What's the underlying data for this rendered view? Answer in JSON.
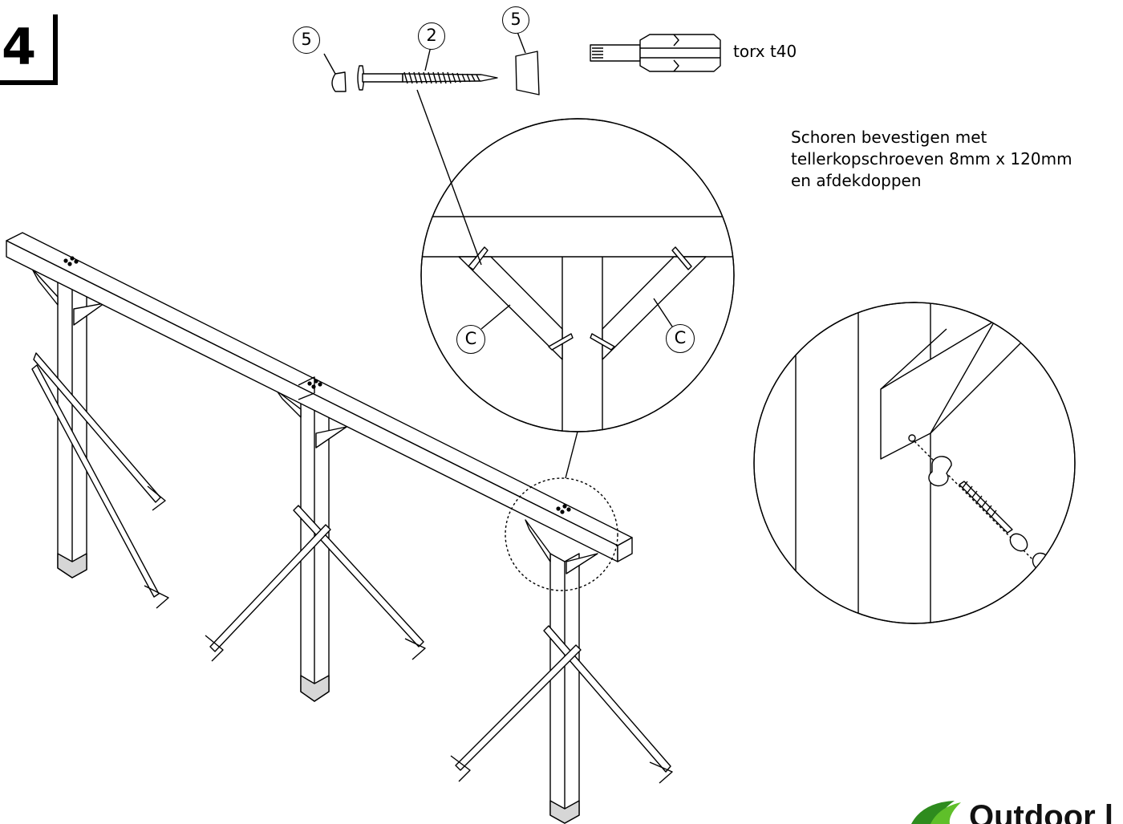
{
  "step": {
    "number": "4"
  },
  "parts": {
    "cap_callout": "5",
    "screw_callout": "2",
    "bit_label": "torx t40"
  },
  "detail": {
    "brace_callout_left": "C",
    "brace_callout_right": "C"
  },
  "instruction": {
    "lines": [
      "Schoren bevestigen met",
      "tellerkopschroeven 8mm x 120mm",
      "en afdekdoppen"
    ]
  },
  "brand": {
    "name": "Outdoor l",
    "accent": "#5fbf2a",
    "accent_dark": "#2e8b1e"
  }
}
